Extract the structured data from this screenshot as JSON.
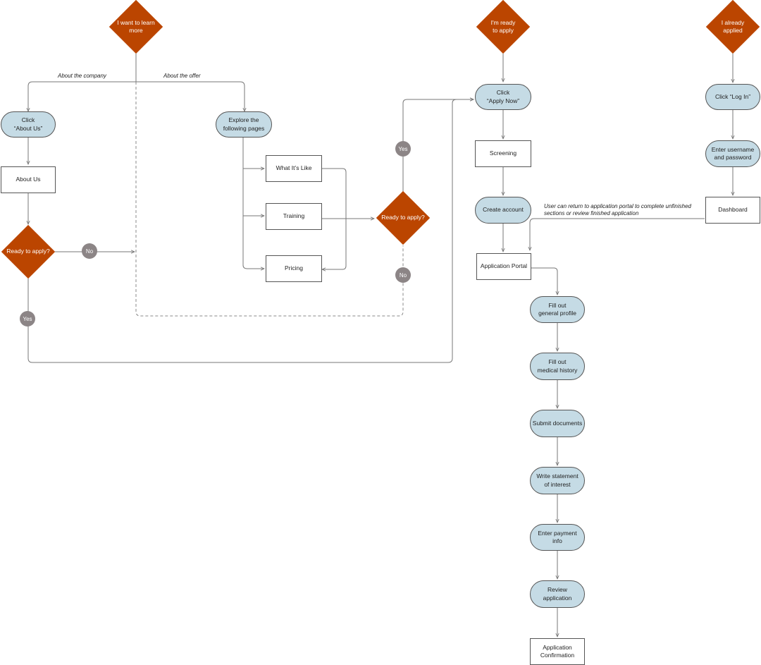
{
  "start": {
    "learn_more": "I want to learn\nmore",
    "ready": "I'm ready\nto apply",
    "applied": "I already\napplied"
  },
  "edge_labels": {
    "about_company": "About the company",
    "about_offer": "About the offer",
    "return_note": "User can return to application portal to complete unfinished\nsections or review finished application"
  },
  "about_path": {
    "click_about_us": "Click\n“About Us”",
    "about_us_page": "About Us",
    "decision": "Ready to apply?",
    "no": "No",
    "yes": "Yes"
  },
  "offer_path": {
    "explore": "Explore the\nfollowing pages",
    "pages": [
      "What It’s Like",
      "Training",
      "Pricing"
    ],
    "decision": "Ready to apply?",
    "yes": "Yes",
    "no": "No"
  },
  "apply_path": {
    "click_apply": "Click\n“Apply Now”",
    "screening": "Screening",
    "create_account": "Create account",
    "portal": "Application Portal",
    "steps": [
      "Fill out\ngeneral profile",
      "Fill out\nmedical history",
      "Submit documents",
      "Write statement\nof interest",
      "Enter payment\ninfo",
      "Review\napplication"
    ],
    "confirmation": "Application\nConfirmation"
  },
  "login_path": {
    "click_login": "Click “Log In”",
    "credentials": "Enter username\nand password",
    "dashboard": "Dashboard"
  }
}
